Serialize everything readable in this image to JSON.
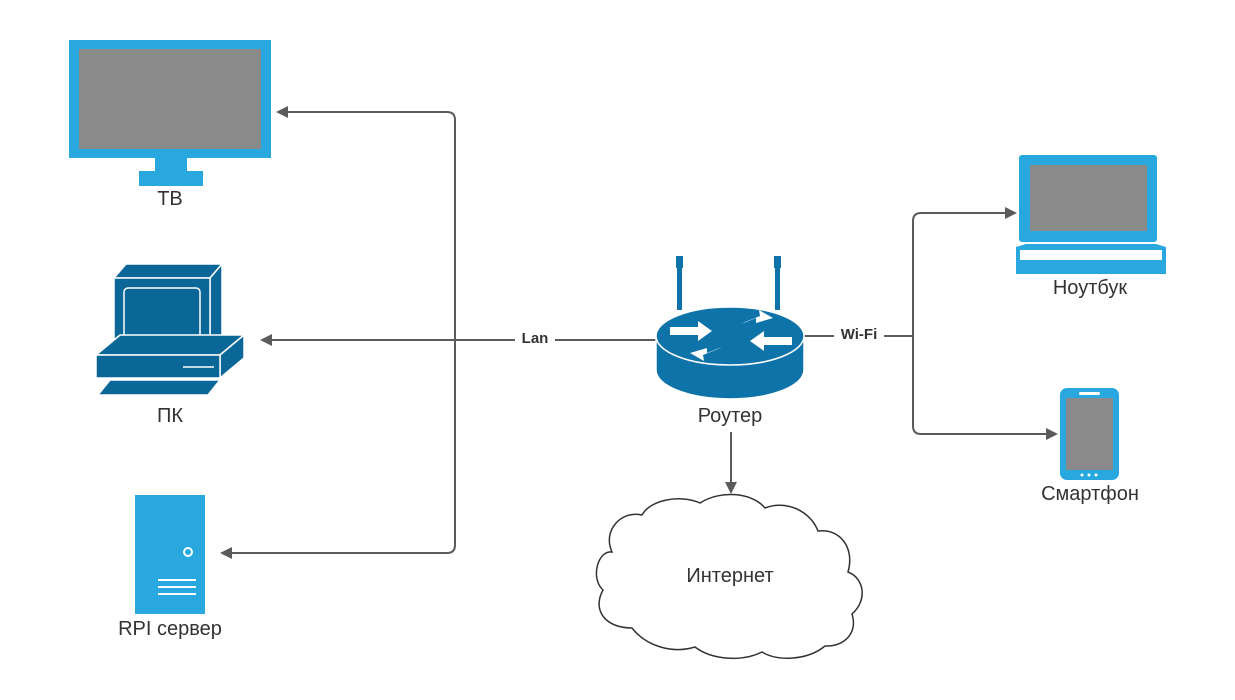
{
  "colors": {
    "device_blue": "#29a8e0",
    "pc_blue": "#0a6797",
    "router_blue": "#0e73a8",
    "screen_gray": "#8a8a8a",
    "wire_gray": "#5b5b5b"
  },
  "nodes": {
    "tv": {
      "label": "ТВ",
      "icon": "tv-monitor-icon"
    },
    "pc": {
      "label": "ПК",
      "icon": "desktop-pc-icon"
    },
    "server": {
      "label": "RPI сервер",
      "icon": "server-tower-icon"
    },
    "router": {
      "label": "Роутер",
      "icon": "router-icon"
    },
    "internet": {
      "label": "Интернет",
      "icon": "cloud-icon"
    },
    "laptop": {
      "label": "Ноутбук",
      "icon": "laptop-icon"
    },
    "smartphone": {
      "label": "Смартфон",
      "icon": "smartphone-icon"
    }
  },
  "edges": {
    "lan_label": "Lan",
    "wifi_label": "Wi-Fi"
  }
}
